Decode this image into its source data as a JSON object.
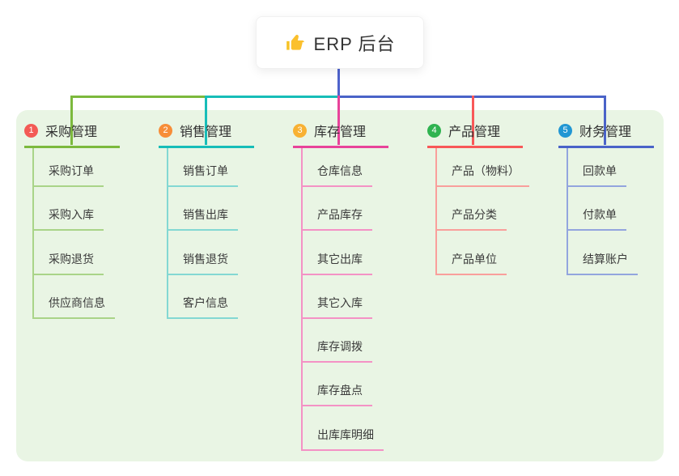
{
  "canvas": {
    "background": "#ffffff",
    "panel_color": "#e9f5e4"
  },
  "root": {
    "label": "ERP 后台",
    "icon": "thumbs-up-icon",
    "icon_color": "#f7c325",
    "line_color": "#4e63cc"
  },
  "branches": [
    {
      "num": "1",
      "title": "采购管理",
      "badge_color": "#f35a55",
      "line_color": "#7cb93d",
      "child_line_color": "#a9d488",
      "children": [
        "采购订单",
        "采购入库",
        "采购退货",
        "供应商信息"
      ]
    },
    {
      "num": "2",
      "title": "销售管理",
      "badge_color": "#f78d38",
      "line_color": "#17bdb8",
      "child_line_color": "#83d8d3",
      "children": [
        "销售订单",
        "销售出库",
        "销售退货",
        "客户信息"
      ]
    },
    {
      "num": "3",
      "title": "库存管理",
      "badge_color": "#f8b133",
      "line_color": "#e8439a",
      "child_line_color": "#f492c5",
      "children": [
        "仓库信息",
        "产品库存",
        "其它出库",
        "其它入库",
        "库存调拨",
        "库存盘点",
        "出库库明细"
      ]
    },
    {
      "num": "4",
      "title": "产品管理",
      "badge_color": "#2fb350",
      "line_color": "#f85858",
      "child_line_color": "#f99f9b",
      "children": [
        "产品（物料）",
        "产品分类",
        "产品单位"
      ]
    },
    {
      "num": "5",
      "title": "财务管理",
      "badge_color": "#2297d3",
      "line_color": "#4a63c8",
      "child_line_color": "#93a5de",
      "children": [
        "回款单",
        "付款单",
        "结算账户"
      ]
    }
  ]
}
